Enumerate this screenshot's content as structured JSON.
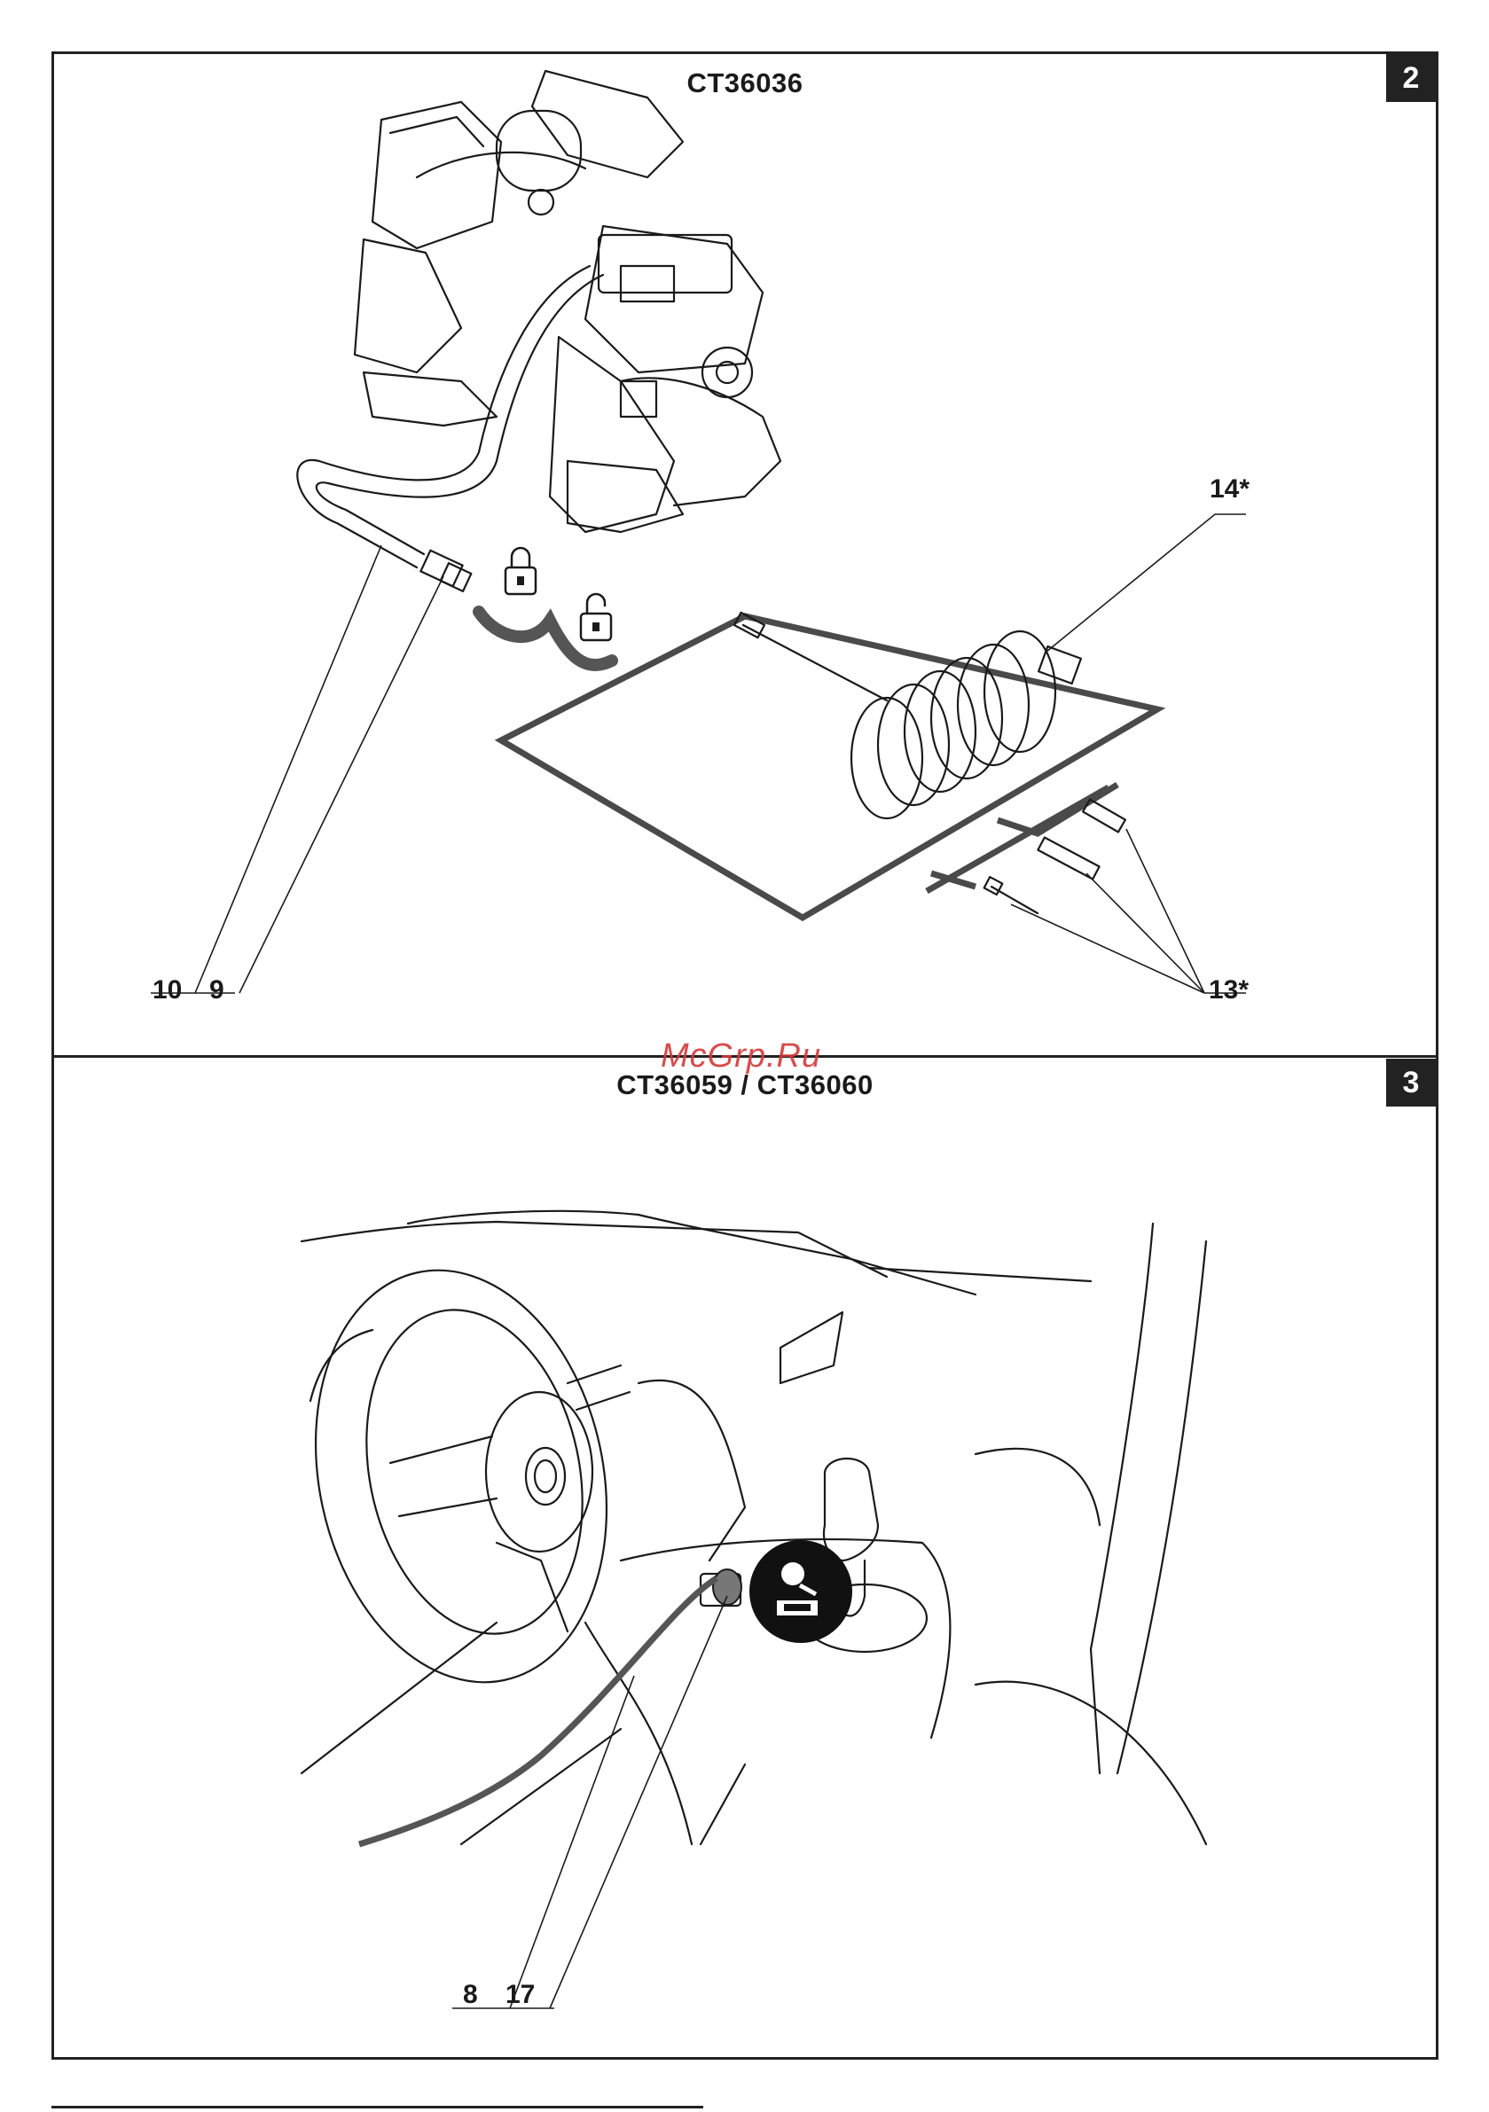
{
  "panel2": {
    "title": "CT36036",
    "badge": "2",
    "callouts": {
      "c14": "14*",
      "c13": "13*",
      "c10": "10",
      "c9": "9"
    }
  },
  "panel3": {
    "title": "CT36059 / CT36060",
    "badge": "3",
    "callouts": {
      "c8": "8",
      "c17": "17"
    }
  },
  "watermark": "McGrp.Ru"
}
